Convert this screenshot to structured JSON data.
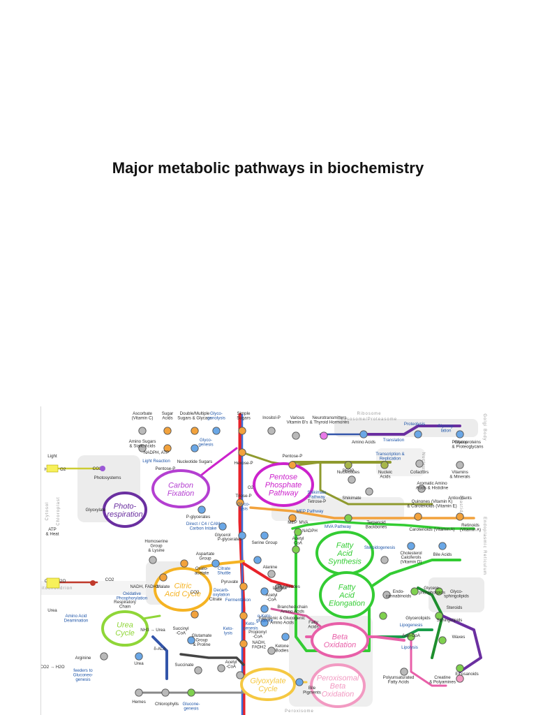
{
  "title": "Major metabolic pathways in biochemistry",
  "colors": {
    "glycolysis": "#e8222a",
    "citric": "#f5b323",
    "pentose": "#cc22cc",
    "carbon_fixation": "#b43fd1",
    "fatty_acid": "#33cc33",
    "beta_oxidation": "#e85fa8",
    "urea": "#8fd638",
    "purple": "#6a2fa0",
    "navy": "#3355aa",
    "olive": "#8f9a2e",
    "node_blue": "#6aa7e6",
    "node_orange": "#f2a23c",
    "node_gray": "#b9b9b9",
    "node_green": "#77bb33"
  },
  "diagram": {
    "compartments": [
      "Cytosol",
      "Chloroplast",
      "Mitochondrion",
      "Peroxisome",
      "Ribosome",
      "Lysosome/Proteasome",
      "Golgi Body",
      "Nucleus",
      "Plastid",
      "Endoplasmic Reticulum"
    ],
    "cycles": {
      "carbon_fixation": "Carbon\nFixation",
      "photorespiration": "Photo-\nrespiration",
      "pentose": "Pentose\nPhosphate\nPathway",
      "citric": "Citric\nAcid Cycle",
      "urea": "Urea\nCycle",
      "fatty_synth": "Fatty\nAcid\nSynthesis",
      "fatty_elong": "Fatty\nAcid\nElongation",
      "beta": "Beta\nOxidation",
      "perox_beta": "Peroxisomal\nBeta\nOxidation",
      "glyoxylate": "Glyoxylate\nCycle"
    },
    "labels": [
      "Ascorbate\n(Vitamin C)",
      "Sugar\nAcids",
      "Double/Multiple\nSugars & Glycans",
      "Glyco-\ngenolysis",
      "Simple\nSugars",
      "Inositol-P",
      "Various\nVitamin B's",
      "Neurotransmitters\n& Thyroid Hormones",
      "Amino Sugars\n& Sialic Acids",
      "Glyco-\ngenesis",
      "Nucleotide Sugars",
      "Hexose-P",
      "Pentose-P",
      "Nucleotides",
      "Nucleic\nAcids",
      "Amino Acids",
      "Translation",
      "Proteolysis",
      "Glycosy-\nlation",
      "Proteins",
      "Glycoproteins\n& Proteoglycans",
      "Transcription &\nReplication",
      "PRPP",
      "Cofactors",
      "Vitamins\n& Minerals",
      "Aromatic Amino\nAcids & Histidine",
      "Antioxidants",
      "Shikimate\nPathway",
      "Shikimate",
      "Tetrose-P",
      "Quinones (Vitamin K)\n& Carotenoids (Vitamin E)",
      "NADPH, ATP",
      "Light Reaction",
      "Pentose-P",
      "Photosystems",
      "Glyoxylate",
      "P-glycerates",
      "Direct / C4 / CAM\nCarbon Intake",
      "Glycerol",
      "MEP Pathway",
      "MEP",
      "MVA",
      "MVA Pathway",
      "NADPH",
      "Terpenoid\nBackbones",
      "Carotenoids (Vitamin A)",
      "Retinoids\n(Vitamin A)",
      "Homoserine\nGroup\n& Lysine",
      "P-glycerates",
      "Serine Group",
      "Acetyl\nCoA",
      "Steroidogenesis",
      "Cholesterol",
      "Bile Acids",
      "Calciferols\n(Vitamin D)",
      "Aspartate\nGroup",
      "Alanine",
      "Oxalo-\nacetate",
      "Citrate\nShuttle",
      "Pyruvate",
      "Lactate",
      "Polyketides",
      "Malate",
      "Decarb-\noxylation",
      "Fermentation",
      "Acetyl\n-CoA",
      "Branched-chain\nAmino Acids",
      "Endo-\ncannabinoids",
      "Glycero-\nphospholipids",
      "Glyco-\nsphingolipids",
      "Sphingolipids",
      "Steroids",
      "NADH, FADH2",
      "Oxidative\nPhosphorylation",
      "Respiratory\nChain",
      "CO2",
      "Citrate",
      "α-Keto-\nglutarate",
      "Ketogenic & Glucogenic\nAmino Acids",
      "Glycerolipids",
      "Lipogenesis",
      "Acyl-CoA",
      "Waxes",
      "Lipolysis",
      "Eicosanoids",
      "Amino Acid\nDeamination",
      "NH3 → Urea",
      "Succinyl\n-CoA",
      "Glutamate\nGroup\n& Proline",
      "Keto-\nlysis",
      "Keto-\ngenesis",
      "Propionyl\n-CoA",
      "Ketone\nBodies",
      "NADH,\nFADH2",
      "Fatty\nAcids",
      "Polyunsaturated\nFatty Acids",
      "Creatine\n& Polyamines",
      "Arginine",
      "Urea",
      "feeders to\nGluconeo-\ngenesis",
      "δ-ALA",
      "Succinate",
      "Acetyl\n-CoA",
      "Bile\nPigments",
      "Hemes",
      "Chlorophylls",
      "Glucone-\ngenesis",
      "Triose-P",
      "Glyco-\nlysis",
      "O2",
      "Light",
      "H2O → O2",
      "CO2",
      "ATP\n& Heat",
      "O2 → H2O",
      "CO2",
      "Urea",
      "CO2 → H2O"
    ]
  }
}
